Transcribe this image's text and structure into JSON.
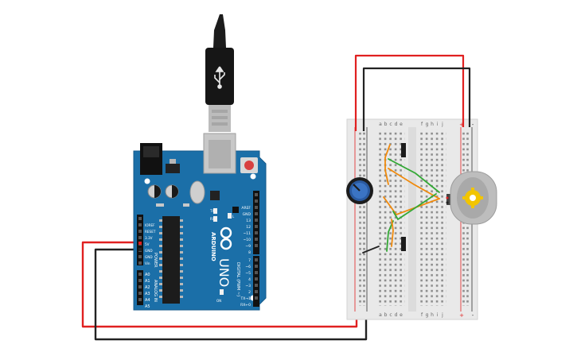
{
  "arduino": {
    "brand": "ARDUINO",
    "model": "UNO",
    "power_header": "POWER",
    "analog_header": "ANALOG IN",
    "digital_header": "DIGITAL (PWM ~)",
    "power_pins": [
      "IOREF",
      "RESET",
      "3.3V",
      "5V",
      "GND",
      "GND",
      "Vin"
    ],
    "analog_pins": [
      "A0",
      "A1",
      "A2",
      "A3",
      "A4",
      "A5"
    ],
    "digital_upper": [
      "AREF",
      "GND",
      "13",
      "12",
      "~11",
      "~10",
      "~9",
      "8"
    ],
    "digital_lower": [
      "7",
      "~6",
      "~5",
      "4",
      "~3",
      "2",
      "TX→1",
      "RX←0"
    ],
    "led_labels": [
      "TX",
      "RX",
      "L"
    ],
    "on_label": "ON"
  },
  "breadboard": {
    "col_left": [
      "a",
      "b",
      "c",
      "d",
      "e"
    ],
    "col_right": [
      "f",
      "g",
      "h",
      "i",
      "j"
    ],
    "plus": "+",
    "minus": "-"
  },
  "colors": {
    "board": "#1b6fa8",
    "breadboard": "#e9e9e9",
    "wire_red": "#e02020",
    "wire_black": "#222222",
    "wire_orange": "#f08a0c",
    "wire_green": "#34a836",
    "pot": "#2a5aa0",
    "motor_gear": "#f2c500"
  },
  "icons": [
    "usb-plug-icon",
    "usb-symbol-icon",
    "infinity-logo-icon",
    "potentiometer-icon",
    "dc-motor-icon",
    "gear-icon"
  ]
}
